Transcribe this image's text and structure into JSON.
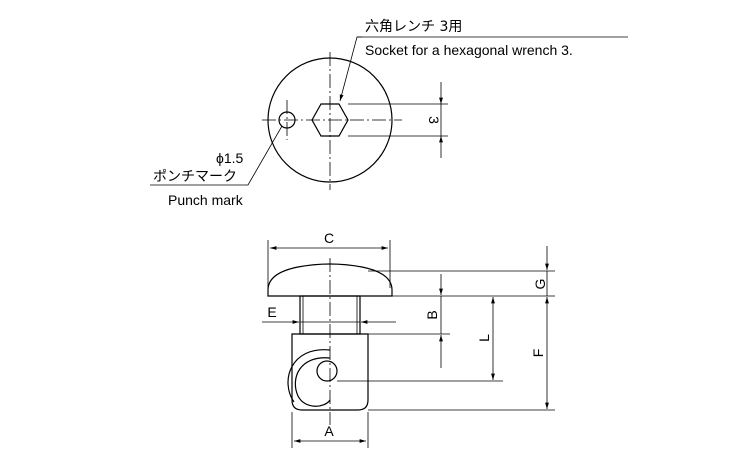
{
  "top_view": {
    "socket_label_jp": "六角レンチ 3用",
    "socket_label_en": "Socket for a hexagonal wrench 3.",
    "hex_dim": "3",
    "phi_label": "ϕ1.5",
    "punch_label_jp": "ポンチマーク",
    "punch_label_en": "Punch mark"
  },
  "side_view": {
    "dim_c": "C",
    "dim_g": "G",
    "dim_b": "B",
    "dim_e": "E",
    "dim_l": "L",
    "dim_f": "F",
    "dim_a": "A"
  }
}
